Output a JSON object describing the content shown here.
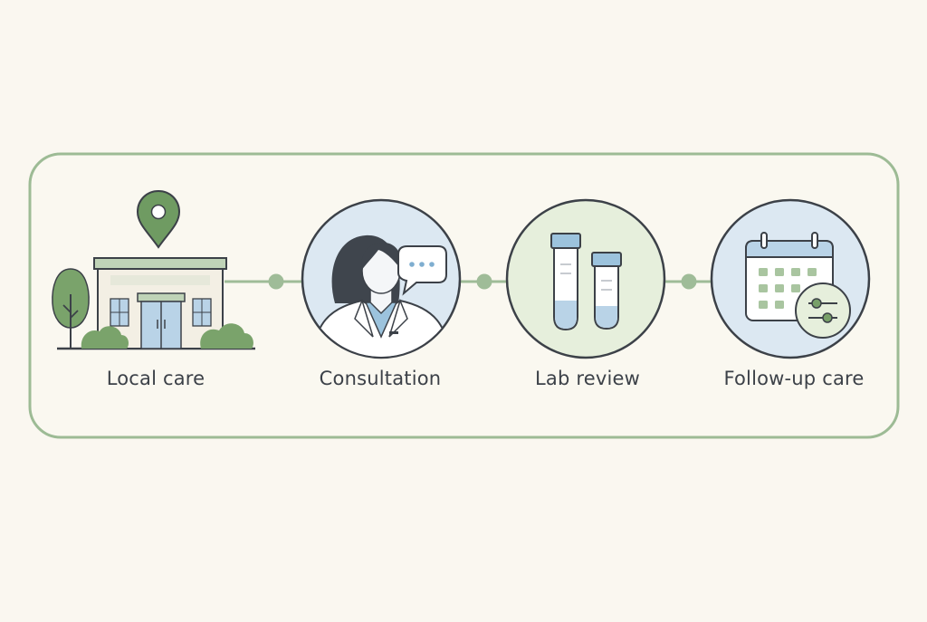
{
  "steps": [
    {
      "label": "Local care",
      "icon": "clinic-building-icon"
    },
    {
      "label": "Consultation",
      "icon": "doctor-icon"
    },
    {
      "label": "Lab review",
      "icon": "test-tubes-icon"
    },
    {
      "label": "Follow-up care",
      "icon": "calendar-icon"
    }
  ],
  "colors": {
    "background": "#faf7f0",
    "frame": "#9dbb95",
    "connector": "#9fbc98",
    "green": "#78a069",
    "blue_fill": "#dce8f2",
    "green_fill": "#e6efdc",
    "outline": "#3c4148"
  }
}
